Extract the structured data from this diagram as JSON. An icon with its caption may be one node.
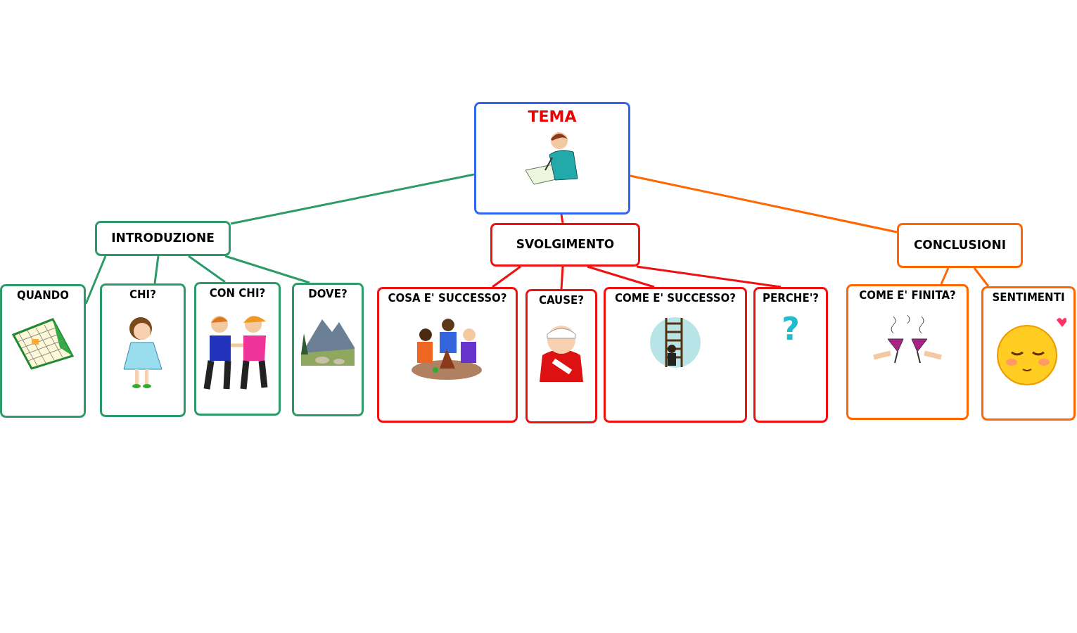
{
  "diagram": {
    "nodes": [
      {
        "text": [
          "TEMA"
        ]
      },
      {
        "text": [
          "INTRODUZIONE"
        ]
      },
      {
        "text": [
          "SVOLGIMENTO"
        ]
      },
      {
        "text": [
          "CONCLUSIONI"
        ]
      },
      {
        "text": [
          "QUANDO"
        ]
      },
      {
        "text": [
          "CHI?"
        ]
      },
      {
        "text": [
          "CON CHI?"
        ]
      },
      {
        "text": [
          "DOVE?"
        ]
      },
      {
        "text": [
          "COSA E' SUCCESSO?"
        ]
      },
      {
        "text": [
          "CAUSE?"
        ]
      },
      {
        "text": [
          "COME E' SUCCESSO?"
        ]
      },
      {
        "text": [
          "PERCHE'?",
          "?"
        ]
      },
      {
        "text": [
          "COME E' FINITA?"
        ]
      },
      {
        "text": [
          "SENTIMENTI"
        ]
      }
    ],
    "edges": [
      {
        "from": 0,
        "to": 1,
        "arrow": "none",
        "color": "#2e9a6a"
      },
      {
        "from": 0,
        "to": 2,
        "arrow": "none",
        "color": "#ee1111"
      },
      {
        "from": 0,
        "to": 3,
        "arrow": "none",
        "color": "#ff6600"
      },
      {
        "from": 1,
        "to": 4,
        "arrow": "none",
        "color": "#2e9a6a"
      },
      {
        "from": 1,
        "to": 5,
        "arrow": "none",
        "color": "#2e9a6a"
      },
      {
        "from": 1,
        "to": 6,
        "arrow": "none",
        "color": "#2e9a6a"
      },
      {
        "from": 1,
        "to": 7,
        "arrow": "none",
        "color": "#2e9a6a"
      },
      {
        "from": 2,
        "to": 8,
        "arrow": "none",
        "color": "#ee1111"
      },
      {
        "from": 2,
        "to": 9,
        "arrow": "none",
        "color": "#ee1111"
      },
      {
        "from": 2,
        "to": 10,
        "arrow": "none",
        "color": "#ee1111"
      },
      {
        "from": 2,
        "to": 11,
        "arrow": "none",
        "color": "#ee1111"
      },
      {
        "from": 3,
        "to": 12,
        "arrow": "none",
        "color": "#ff6600"
      },
      {
        "from": 3,
        "to": 13,
        "arrow": "none",
        "color": "#ff6600"
      }
    ]
  }
}
